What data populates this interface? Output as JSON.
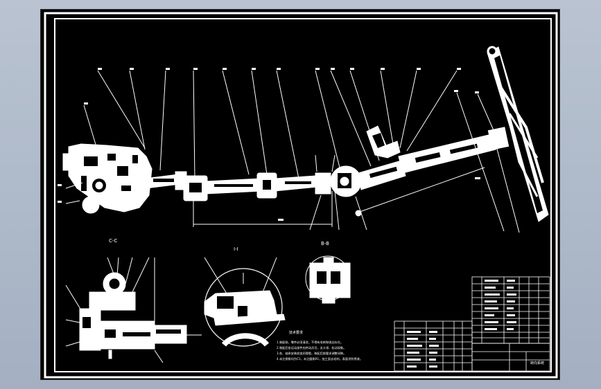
{
  "views": {
    "section_cc": "C-C",
    "section_ii": "I-I",
    "section_bb": "B-B"
  },
  "notes": {
    "title": "技术要求",
    "lines": [
      "1.装配前，零件必须清洗，不得有毛刺和锐边存在。",
      "2.装配后各运动部件应转动灵活，无卡滞、松动现象。",
      "3.各、轴承安装前加润滑脂，装配后按要求调整间隙。",
      "4.未注倒角均为C1，未注圆角R1，加工面去毛刺，表面涂防锈漆。"
    ]
  },
  "title_block": {
    "name": "转向系统"
  },
  "colors": {
    "sheet": "#000000",
    "line": "#ffffff",
    "outer": "#b9c3d1"
  }
}
